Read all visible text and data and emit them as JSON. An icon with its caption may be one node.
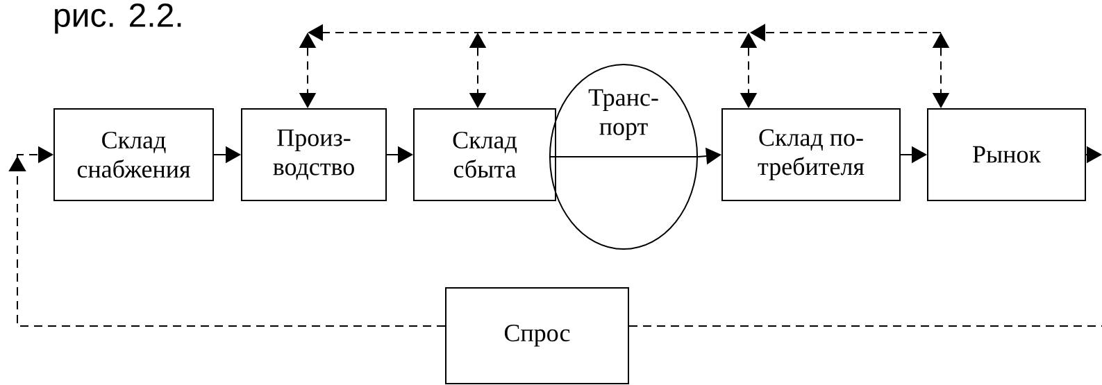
{
  "diagram": {
    "title": "рис. 2.2.",
    "nodes": [
      {
        "text": [
          "Склад снабжения"
        ]
      },
      {
        "text": [
          "Произ- водство"
        ]
      },
      {
        "text": [
          "Склад сбыта"
        ]
      },
      {
        "text": [
          "Транс- порт"
        ]
      },
      {
        "text": [
          "Склад по- требителя"
        ]
      },
      {
        "text": [
          "Рынок"
        ]
      },
      {
        "text": [
          "Спрос"
        ]
      }
    ],
    "edges": [
      {
        "from": 0,
        "to": 1,
        "arrow": "to"
      },
      {
        "from": 1,
        "to": 2,
        "arrow": "to"
      },
      {
        "from": 3,
        "to": 4,
        "arrow": "to"
      },
      {
        "from": 4,
        "to": 5,
        "arrow": "to"
      },
      {
        "from": 5,
        "to": null,
        "arrow": "to"
      },
      {
        "from": 6,
        "to": 0,
        "arrow": "to",
        "style": "dashed"
      },
      {
        "from": 6,
        "to": null,
        "arrow": "none",
        "style": "dashed"
      },
      {
        "from": null,
        "to": 1,
        "arrow": "both",
        "style": "dashed"
      },
      {
        "from": null,
        "to": 2,
        "arrow": "both",
        "style": "dashed"
      },
      {
        "from": null,
        "to": 4,
        "arrow": "both",
        "style": "dashed"
      },
      {
        "from": null,
        "to": 5,
        "arrow": "both",
        "style": "dashed"
      }
    ]
  }
}
